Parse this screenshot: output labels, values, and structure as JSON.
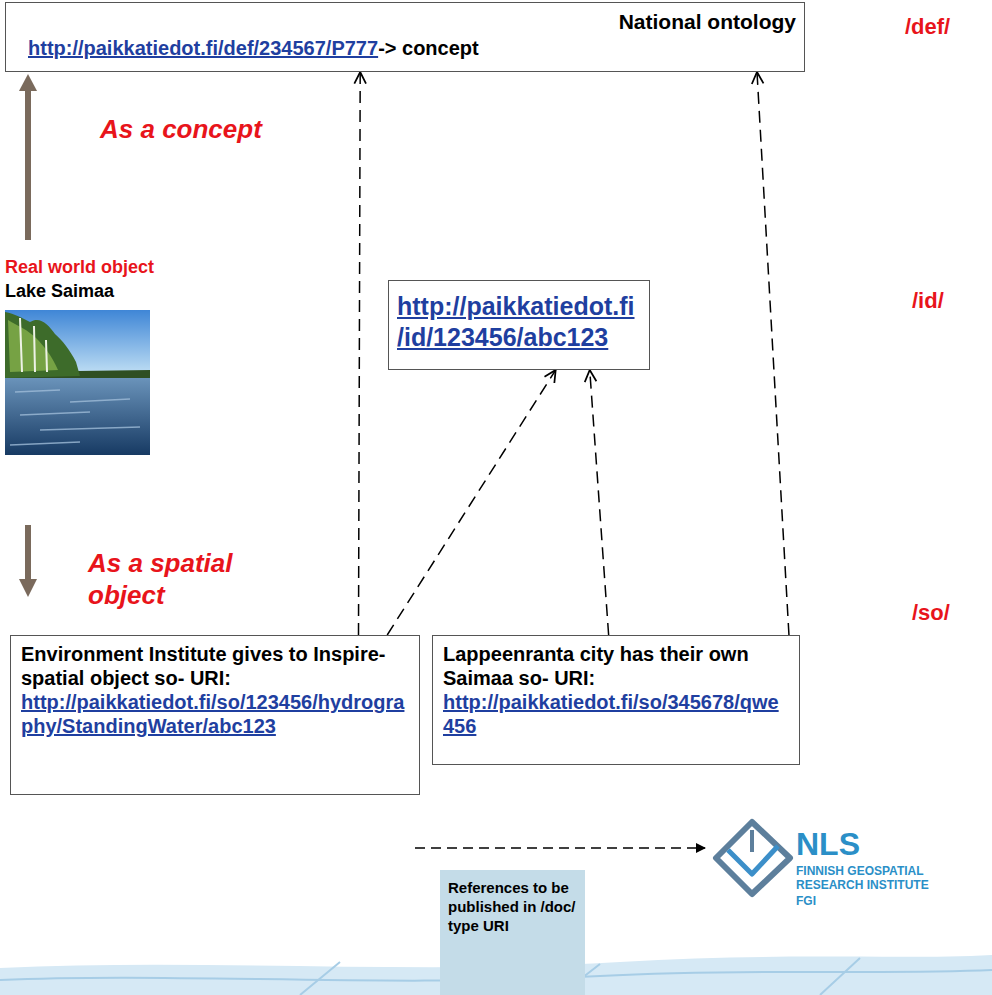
{
  "diagram": {
    "nodes": [
      {
        "text": [
          "National ontology",
          "http://paikkatiedot.fi/def/234567/P777",
          "-> concept"
        ]
      },
      {
        "text": [
          "http://paikkatiedot.fi/id/123456/abc123"
        ]
      },
      {
        "text": [
          "Environment Institute gives to Inspire-spatial object so- URI:",
          "http://paikkatiedot.fi/so/123456/hydrography/StandingWater/abc123"
        ]
      },
      {
        "text": [
          "Lappeenranta city has their own Saimaa so- URI:",
          "http://paikkatiedot.fi/so/345678/qwe456"
        ]
      },
      {
        "text": [
          "References to be published in /doc/ type URI"
        ]
      }
    ],
    "edges": [
      {
        "from": 2,
        "to": 0,
        "arrow": "to"
      },
      {
        "from": 2,
        "to": 1,
        "arrow": "to"
      },
      {
        "from": 3,
        "to": 1,
        "arrow": "to"
      },
      {
        "from": 3,
        "to": 0,
        "arrow": "to"
      }
    ],
    "labels": [
      "/def/",
      "/id/",
      "/so/",
      "As a concept",
      "Real world object",
      "Lake Saimaa",
      "As a spatial object",
      "NLS",
      "FINNISH GEOSPATIAL RESEARCH INSTITUTE",
      "FGI"
    ]
  }
}
